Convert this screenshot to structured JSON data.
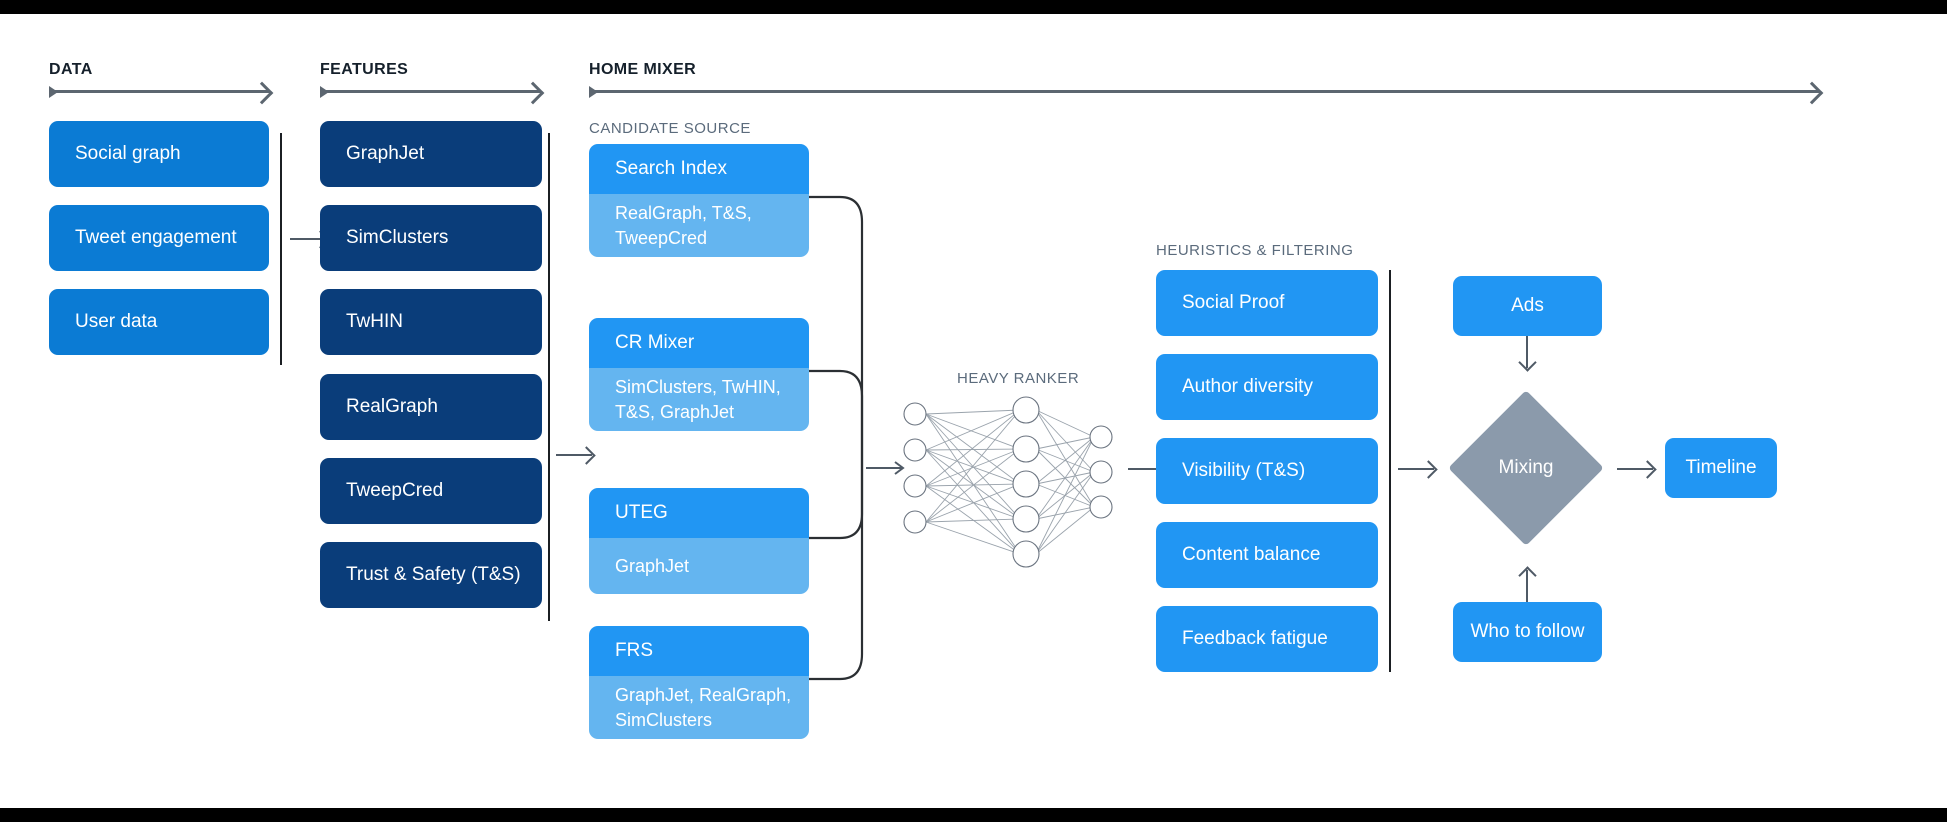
{
  "sections": {
    "data": {
      "title": "DATA"
    },
    "features": {
      "title": "FEATURES"
    },
    "home_mixer": {
      "title": "HOME MIXER"
    },
    "candidate_source": {
      "title": "CANDIDATE SOURCE"
    },
    "heavy_ranker": {
      "title": "HEAVY RANKER"
    },
    "heuristics": {
      "title": "HEURISTICS & FILTERING"
    }
  },
  "data_items": [
    {
      "label": "Social graph"
    },
    {
      "label": "Tweet engagement"
    },
    {
      "label": "User data"
    }
  ],
  "feature_items": [
    {
      "label": "GraphJet"
    },
    {
      "label": "SimClusters"
    },
    {
      "label": "TwHIN"
    },
    {
      "label": "RealGraph"
    },
    {
      "label": "TweepCred"
    },
    {
      "label": "Trust & Safety (T&S)"
    }
  ],
  "candidate_sources": [
    {
      "name": "Search Index",
      "features": "RealGraph, T&S, TweepCred"
    },
    {
      "name": "CR Mixer",
      "features": "SimClusters, TwHIN, T&S, GraphJet"
    },
    {
      "name": "UTEG",
      "features": "GraphJet"
    },
    {
      "name": "FRS",
      "features": "GraphJet, RealGraph, SimClusters"
    }
  ],
  "heuristic_items": [
    {
      "label": "Social Proof"
    },
    {
      "label": "Author diversity"
    },
    {
      "label": "Visibility (T&S)"
    },
    {
      "label": "Content balance"
    },
    {
      "label": "Feedback fatigue"
    }
  ],
  "output": {
    "ads": "Ads",
    "mixing": "Mixing",
    "who_to_follow": "Who to follow",
    "timeline": "Timeline"
  },
  "neural_net": {
    "input_nodes": 4,
    "hidden_nodes": 5,
    "output_nodes": 3
  },
  "colors": {
    "data_blue": "#0b7bd4",
    "feature_navy": "#0a3d7a",
    "candidate_head": "#2196f3",
    "candidate_body": "#64b5f0",
    "heuristic_blue": "#2196f3",
    "mixing_gray": "#8b9aab",
    "arrow_gray": "#4f5a66",
    "divider_dark": "#1b1f23",
    "label_gray": "#5b6b7c"
  }
}
